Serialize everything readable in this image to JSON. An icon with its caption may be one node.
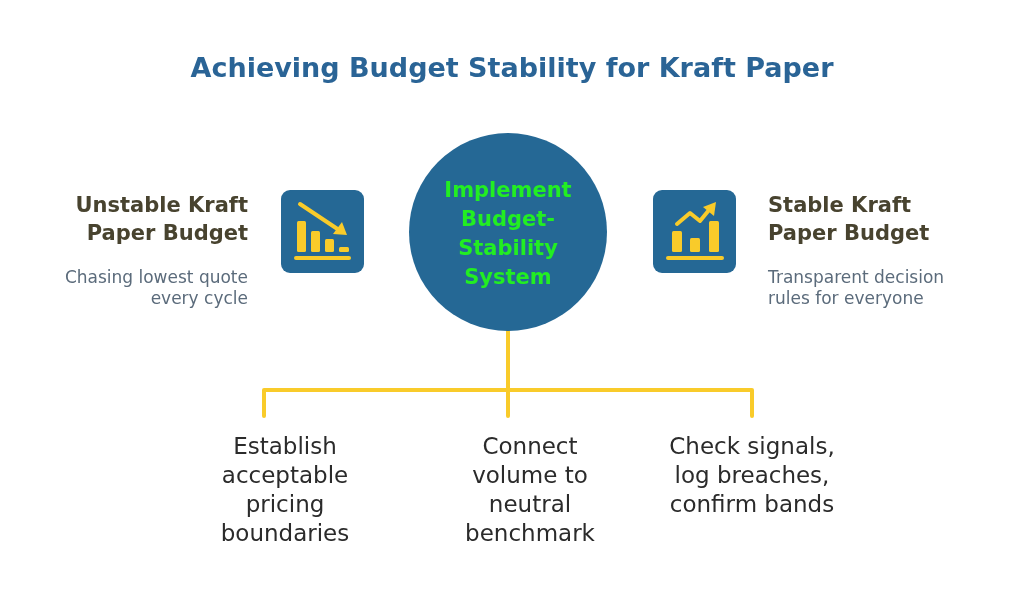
{
  "diagram": {
    "title": "Achieving Budget Stability for Kraft Paper",
    "nodes": [
      {
        "text": [
          "Unstable Kraft Paper Budget",
          "Chasing lowest quote every cycle"
        ]
      },
      {
        "text": [
          "Implement Budget-Stability System"
        ]
      },
      {
        "text": [
          "Stable Kraft Paper Budget",
          "Transparent decision rules for everyone"
        ]
      },
      {
        "text": [
          "Establish acceptable pricing boundaries"
        ]
      },
      {
        "text": [
          "Connect volume to neutral benchmark"
        ]
      },
      {
        "text": [
          "Check signals, log breaches, confirm bands"
        ]
      }
    ],
    "edges": [
      {
        "from": 1,
        "to": 3,
        "arrow": "none"
      },
      {
        "from": 1,
        "to": 4,
        "arrow": "none"
      },
      {
        "from": 1,
        "to": 5,
        "arrow": "none"
      }
    ]
  }
}
